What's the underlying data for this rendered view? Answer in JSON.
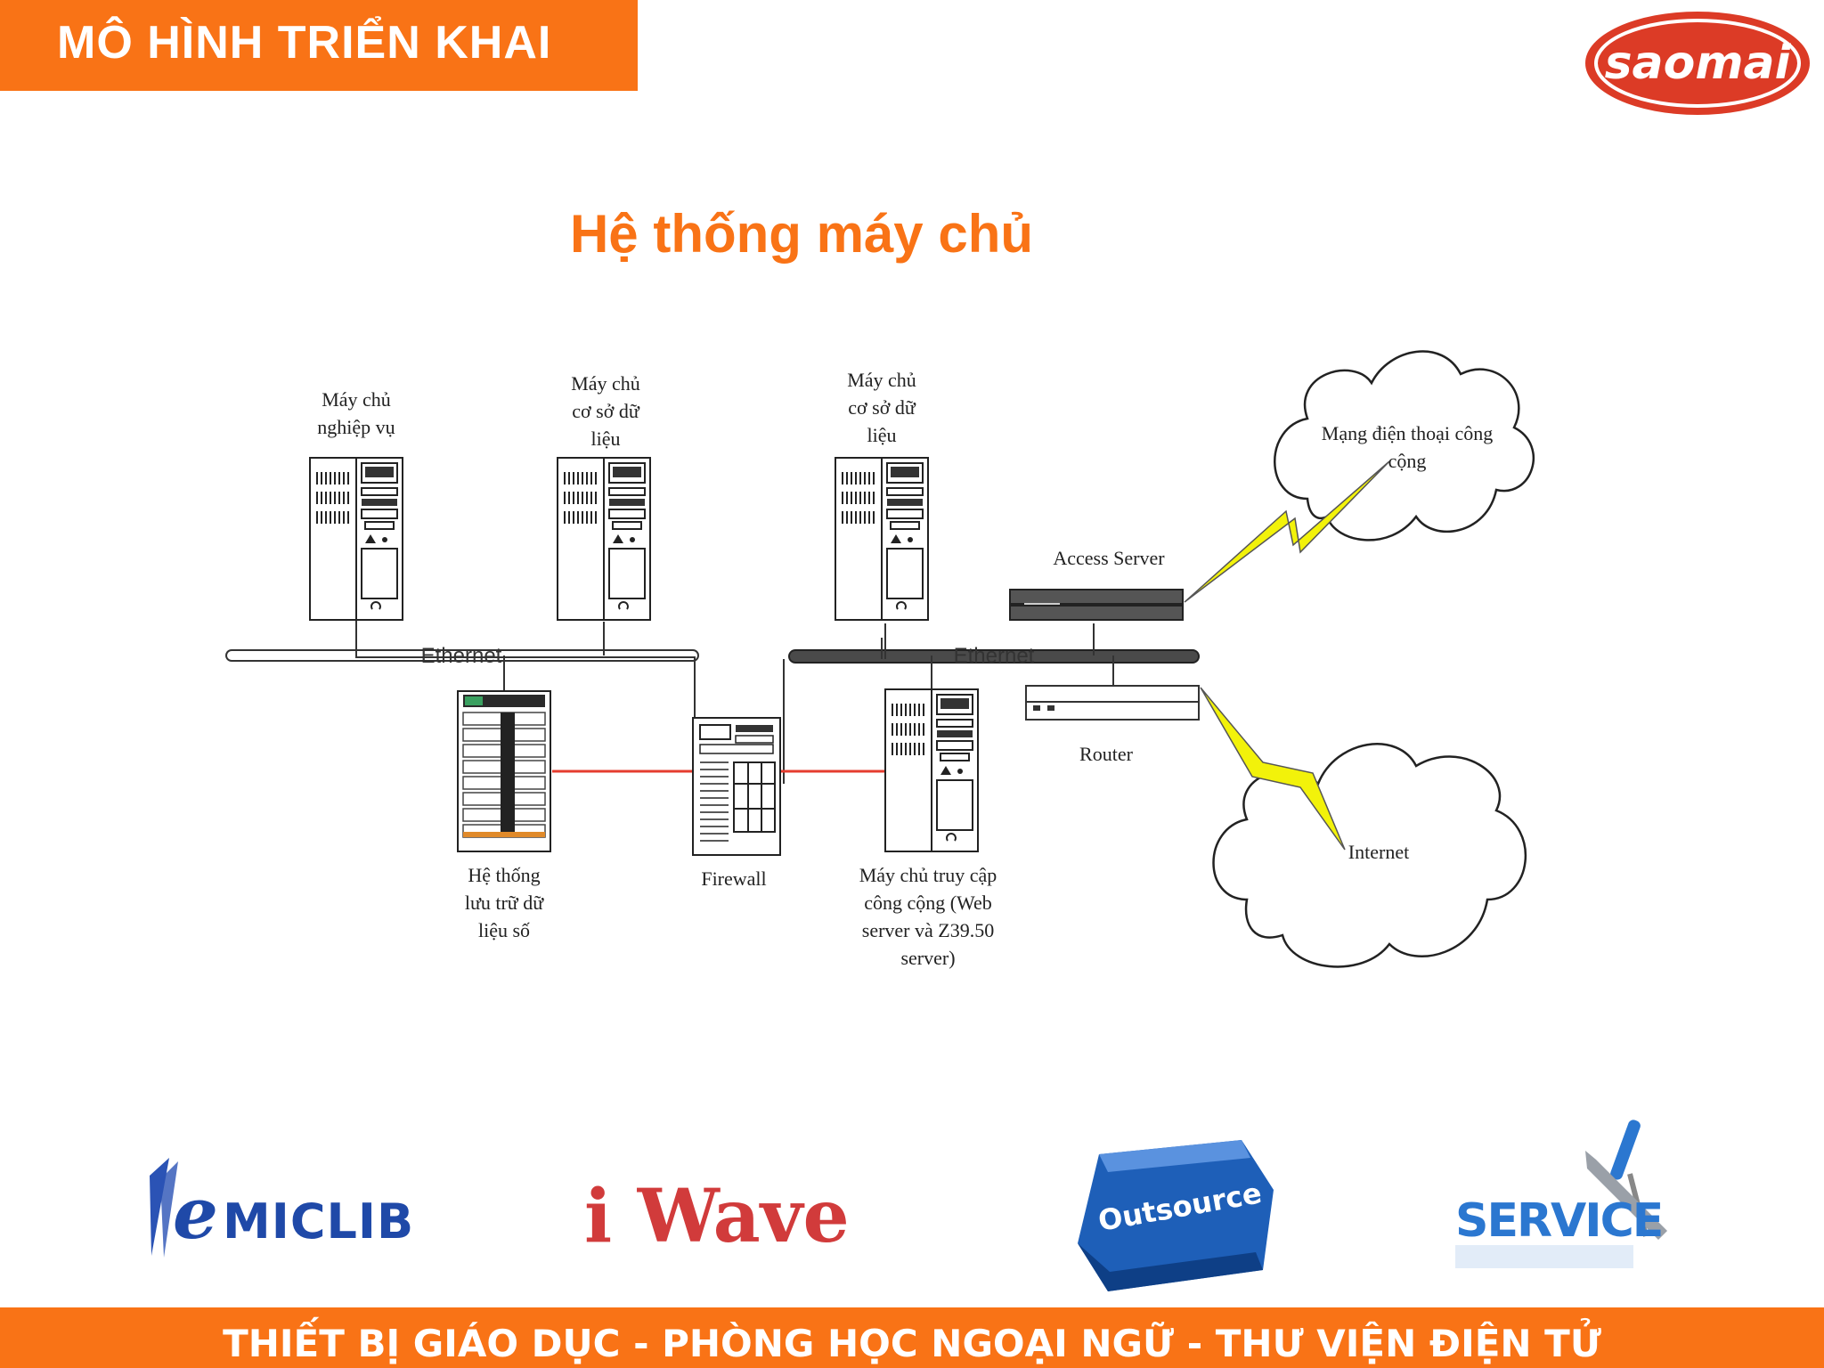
{
  "header": {
    "title": "MÔ HÌNH TRIỂN KHAI"
  },
  "logo": {
    "text": "saomai"
  },
  "diagram": {
    "title": "Hệ thống máy chủ",
    "server_business": [
      "Máy chủ",
      "nghiệp vụ"
    ],
    "server_db1": [
      "Máy chủ",
      "cơ sở dữ",
      "liệu"
    ],
    "server_db2": [
      "Máy chủ",
      "cơ sở dữ",
      "liệu"
    ],
    "ethernet_left": "Ethernet",
    "ethernet_right": "Ethernet",
    "storage": [
      "Hệ thống",
      "lưu trữ dữ",
      "liệu số"
    ],
    "firewall": "Firewall",
    "public_server": [
      "Máy chủ truy cập",
      "công cộng (Web",
      "server và Z39.50",
      "server)"
    ],
    "access_server": "Access Server",
    "router": "Router",
    "phone_network": [
      "Mạng điện thoại công",
      "cộng"
    ],
    "internet": "Internet"
  },
  "brands": {
    "emiclib": "MICLIB",
    "iwave": "i Wave",
    "outsource": "Outsource",
    "service": "SERVICE"
  },
  "footer": {
    "text": "THIẾT BỊ GIÁO DỤC - PHÒNG HỌC NGOẠI NGỮ - THƯ VIỆN ĐIỆN TỬ"
  },
  "colors": {
    "accent": "#f97316",
    "logo_red": "#dc3b26",
    "bolt": "#f2f20a",
    "link_red": "#e53d2f"
  }
}
